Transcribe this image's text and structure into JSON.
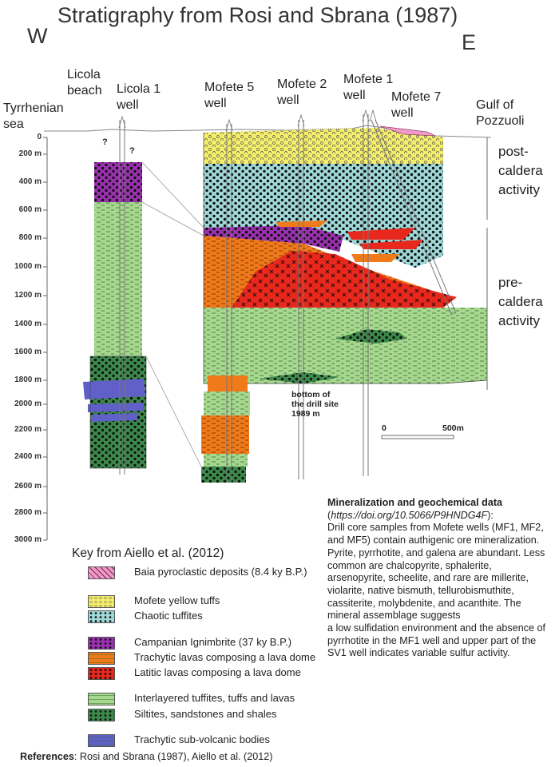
{
  "title": "Stratigraphy from Rosi and Sbrana (1987)",
  "direction": {
    "west": "W",
    "east": "E"
  },
  "labels": {
    "tyrrhenian": "Tyrrhenian\nsea",
    "licola_beach": "Licola\nbeach",
    "licola1": "Licola 1\nwell",
    "mofete5": "Mofete 5\nwell",
    "mofete2": "Mofete 2\nwell",
    "mofete1": "Mofete 1\nwell",
    "mofete7": "Mofete 7\nwell",
    "gulf": "Gulf of\nPozzuoli"
  },
  "depth_ticks": [
    "0",
    "200 m",
    "400 m",
    "600 m",
    "800 m",
    "1000 m",
    "1200 m",
    "1400 m",
    "1600 m",
    "1800 m",
    "2000 m",
    "2200 m",
    "2400 m",
    "2600 m",
    "2800 m",
    "3000 m"
  ],
  "question_mark": "?",
  "activity": {
    "post": "post-\ncaldera\nactivity",
    "pre": "pre-\ncaldera\nactivity"
  },
  "bottom_note": "bottom of\nthe drill site\n1989 m",
  "scale": {
    "start": "0",
    "end": "500m"
  },
  "key": {
    "title": "Key from Aiello et al. (2012)",
    "items": [
      {
        "label": "Baia pyroclastic deposits (8.4 ky B.P.)",
        "color": "#f09ac8",
        "pattern": "hatch"
      },
      {
        "label": "Mofete yellow tuffs",
        "color": "#f5ee6a",
        "pattern": "circles"
      },
      {
        "label": "Chaotic tuffites",
        "color": "#9fd8d8",
        "pattern": "dots"
      },
      {
        "label": "Campanian Ignimbrite (37 ky B.P.)",
        "color": "#9b30b0",
        "pattern": "dots"
      },
      {
        "label": "Trachytic lavas composing a lava dome",
        "color": "#f07a1a",
        "pattern": "dashes"
      },
      {
        "label": "Latitic lavas composing a lava dome",
        "color": "#e8281c",
        "pattern": "crosses"
      },
      {
        "label": "Interlayered tuffites, tuffs and lavas",
        "color": "#a8d890",
        "pattern": "dashes"
      },
      {
        "label": "Siltites, sandstones and shales",
        "color": "#3a8a4a",
        "pattern": "dots"
      },
      {
        "label": "Trachytic sub-volcanic bodies",
        "color": "#6060c8",
        "pattern": "dashes"
      }
    ]
  },
  "mineralization": {
    "heading": "Mineralization and geochemical data",
    "doi": "https://doi.org/10.5066/P9HNDG4F",
    "paren_open": "(",
    "paren_close": "):",
    "body": "Drill core samples from Mofete wells (MF1, MF2, and MF5) contain authigenic ore mineralization.\nPyrite, pyrrhotite, and galena are abundant. Less common are chalcopyrite, sphalerite, arsenopyrite, scheelite, and rare are millerite, violarite, native bismuth, tellurobismuthite, cassiterite, molybdenite, and acanthite. The mineral assemblage suggests\na low sulfidation environment and the absence of pyrrhotite in the MF1 well and upper part of the SV1 well indicates variable sulfur activity."
  },
  "references": {
    "label": "References",
    "text": ": Rosi and Sbrana (1987), Aiello et al. (2012)"
  },
  "colors": {
    "baia": "#f09ac8",
    "yellow": "#f5ee6a",
    "chaotic": "#9fd8d8",
    "campanian": "#9b30b0",
    "trachytic": "#f07a1a",
    "latitic": "#e8281c",
    "interlayered": "#a8d890",
    "siltites": "#3a8a4a",
    "subvolcanic": "#6060c8"
  }
}
